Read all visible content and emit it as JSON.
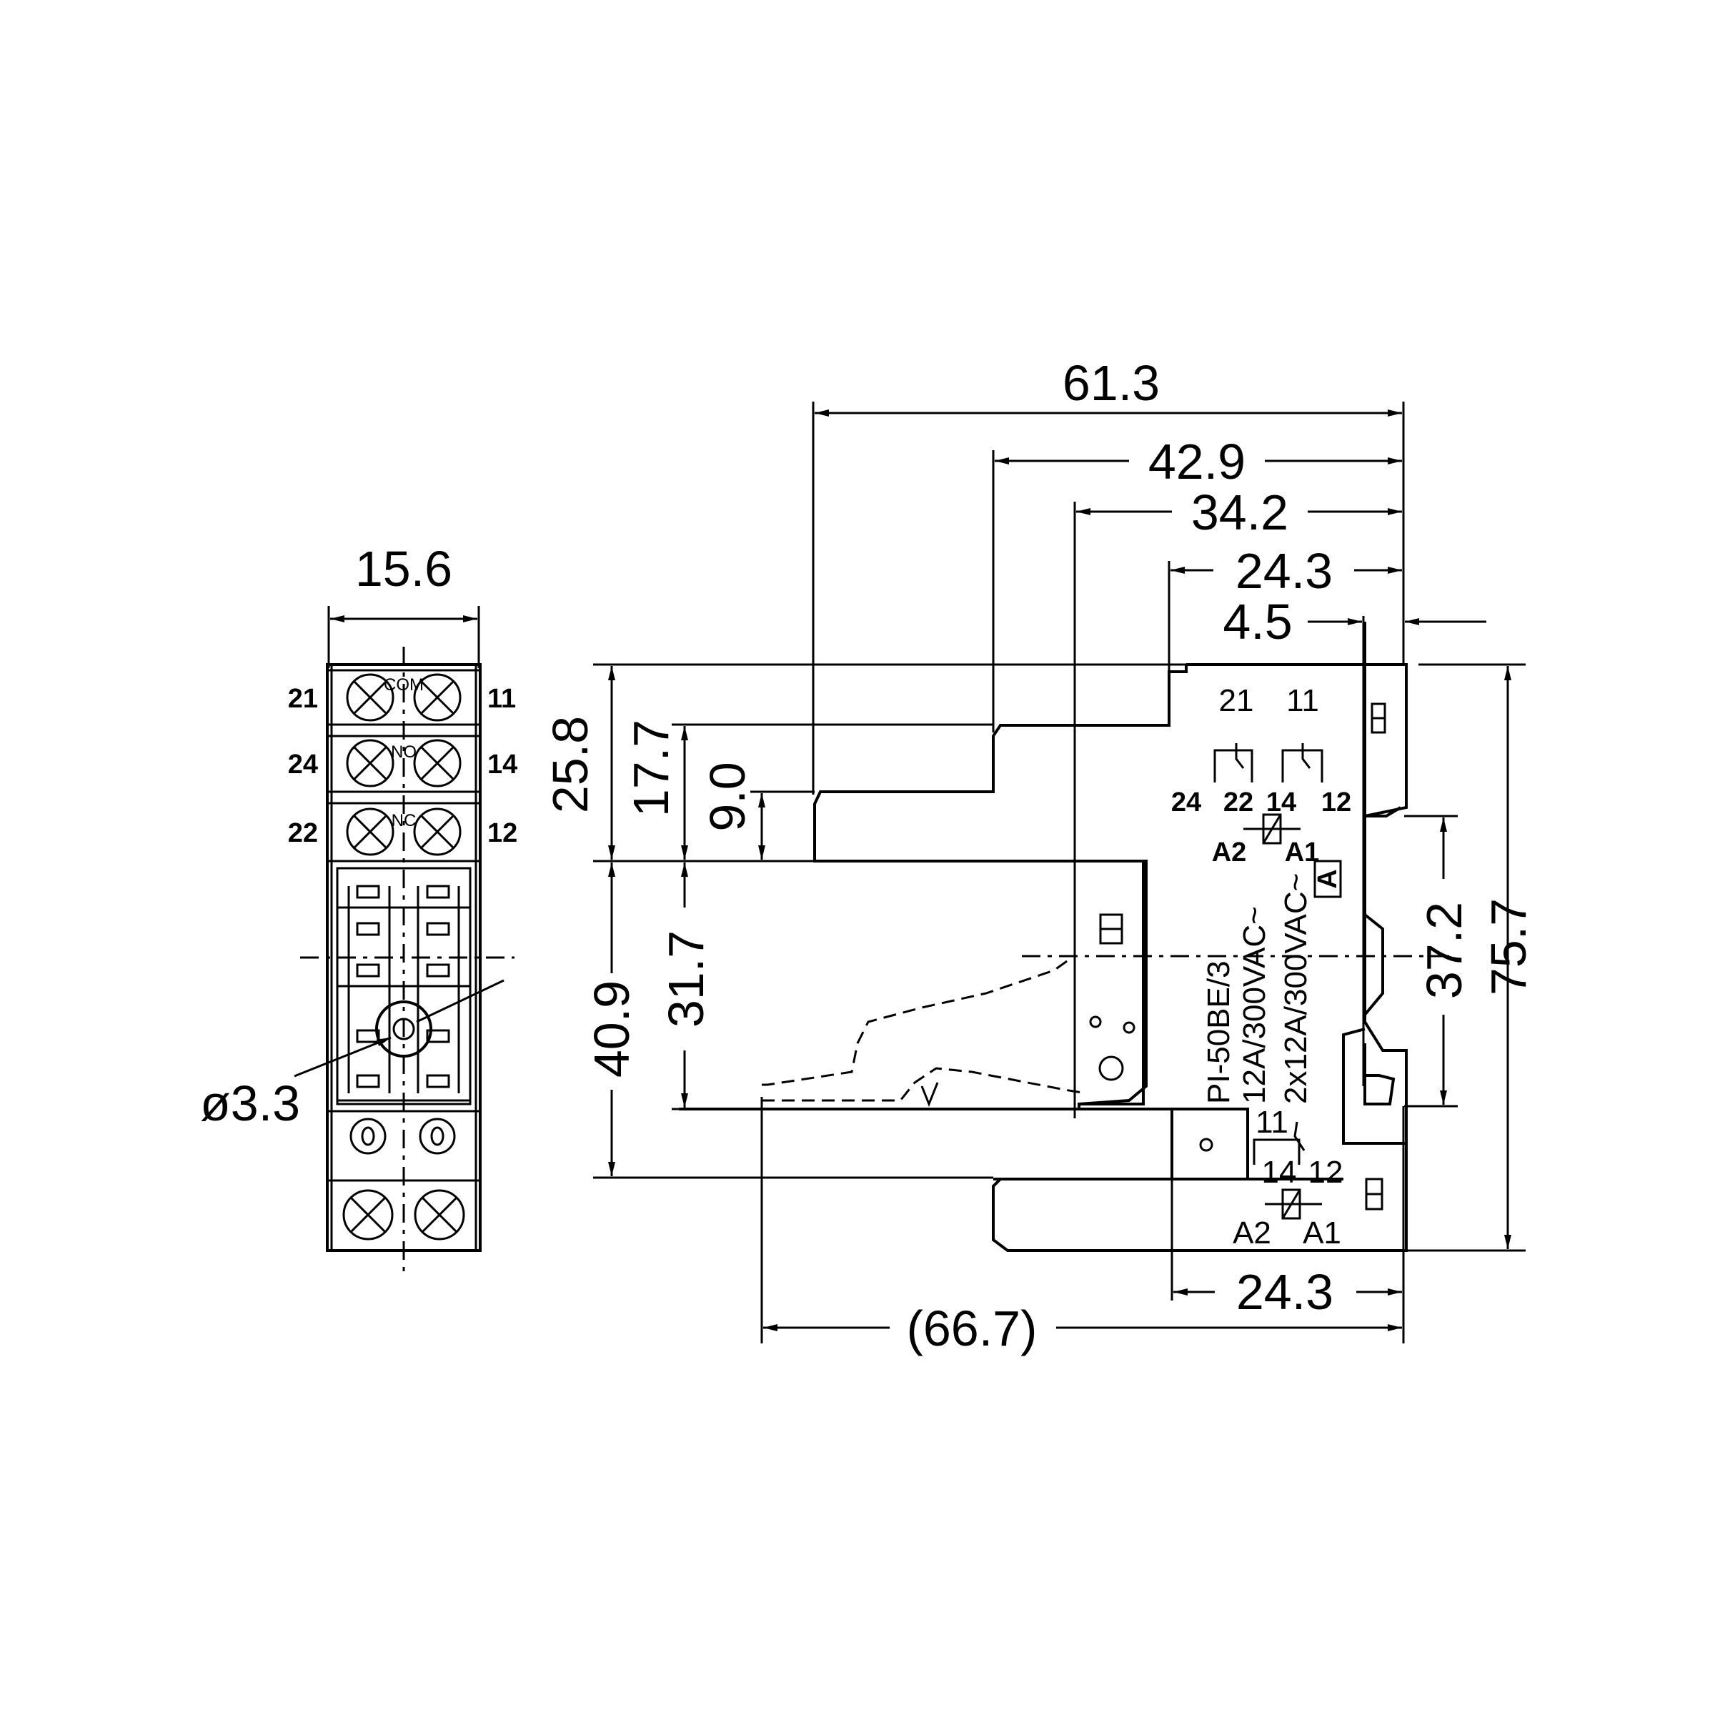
{
  "side_view": {
    "width_dim": "15.6",
    "hole_dim": "ø3.3",
    "terminals": {
      "row1_left": "21",
      "row1_right": "11",
      "row1_label": "COM",
      "row2_left": "24",
      "row2_right": "14",
      "row2_label": "NO",
      "row3_left": "22",
      "row3_right": "12",
      "row3_label": "NC"
    }
  },
  "front_view": {
    "dims": {
      "d61_3": "61.3",
      "d42_9": "42.9",
      "d34_2": "34.2",
      "d24_3_top": "24.3",
      "d4_5": "4.5",
      "d25_8": "25.8",
      "d17_7": "17.7",
      "d9_0": "9.0",
      "d40_9": "40.9",
      "d31_7": "31.7",
      "d37_2": "37.2",
      "d75_7": "75.7",
      "d24_3_bottom": "24.3",
      "d66_7": "(66.7)"
    },
    "top_schematic": {
      "t21": "21",
      "t11": "11",
      "t24": "24",
      "t22": "22",
      "t14": "14",
      "t12": "12",
      "a2": "A2",
      "a1": "A1",
      "marker": "A"
    },
    "model_text": {
      "line1": "PI-50BE/3",
      "line2": "12A/300VAC~",
      "line3": "2x12A/300VAC~"
    },
    "bottom_schematic": {
      "t11": "11",
      "t14": "14",
      "t12": "12",
      "a2": "A2",
      "a1": "A1"
    }
  }
}
